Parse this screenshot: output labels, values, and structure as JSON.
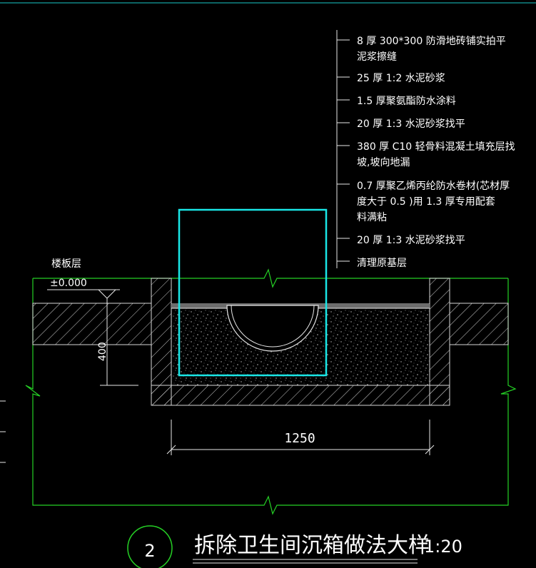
{
  "layers": [
    {
      "lines": [
        "8 厚 300*300      防滑地砖铺实拍平",
        "泥浆擦缝"
      ]
    },
    {
      "lines": [
        "25  厚 1:2   水泥砂浆"
      ]
    },
    {
      "lines": [
        "1.5  厚聚氨酯防水涂料"
      ]
    },
    {
      "lines": [
        "20  厚 1:3   水泥砂浆找平"
      ]
    },
    {
      "lines": [
        "380  厚 C10   轻骨料混凝土填充层找",
        "坡,坡向地漏"
      ]
    },
    {
      "lines": [
        "0.7  厚聚乙烯丙纶防水卷材(芯材厚",
        "度大于     0.5  )用    1.3  厚专用配套",
        "料满粘"
      ]
    },
    {
      "lines": [
        "20  厚 1:3   水泥砂浆找平"
      ]
    },
    {
      "lines": [
        "清理原基层"
      ]
    }
  ],
  "labels": {
    "floor_slab": "楼板层",
    "elevation": "±0.000",
    "depth": "400",
    "width": "1250"
  },
  "title": {
    "number": "2",
    "text": "拆除卫生间沉箱做法大样",
    "scale": "1:20"
  },
  "colors": {
    "frame": "#25d025",
    "highlight": "#19e6e6",
    "linework": "#e8e8e8",
    "background": "#000000"
  }
}
